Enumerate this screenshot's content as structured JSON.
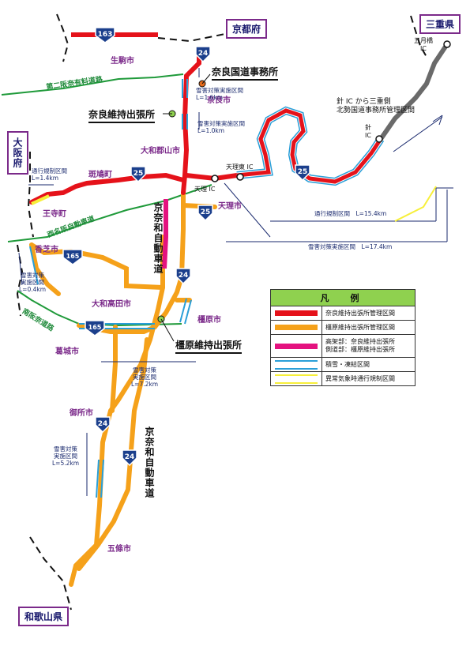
{
  "prefectures": {
    "kyoto": "京都府",
    "mie": "三重県",
    "osaka": "大阪府",
    "wakayama": "和歌山県"
  },
  "cities": {
    "ikoma": "生駒市",
    "nara": "奈良市",
    "yamatokoriyama": "大和郡山市",
    "ikaruga": "斑鳩町",
    "oji": "王寺町",
    "tenri": "天理市",
    "kashiba": "香芝市",
    "yamatotakada": "大和高田市",
    "kashihara": "橿原市",
    "katsuragi": "葛城市",
    "gose": "御所市",
    "gojo": "五條市"
  },
  "offices": {
    "nara_kokudo": "奈良国道事務所",
    "nara_maintenance": "奈良維持出張所",
    "kashihara_maintenance": "橿原維持出張所"
  },
  "roads": {
    "second_hanna": "第二阪奈有料道路",
    "nishi_hanshin": "西名阪自動車道",
    "minami_hanna": "南阪奈道路",
    "keina_1": "京奈和自動車道",
    "keina_2": "京奈和自動車道"
  },
  "route_numbers": {
    "r163": "163",
    "r24_north": "24",
    "r25_west": "25",
    "r25_tenri": "25",
    "r25_east": "25",
    "r165_west": "165",
    "r165_mid": "165",
    "r24_mid": "24",
    "r24_gose": "24",
    "r24_keina": "24"
  },
  "interchanges": {
    "gogatsubashi": "五月橋\nIC",
    "hari": "針\nIC",
    "tenri_higashi": "天理東 IC",
    "tenri": "天理 IC"
  },
  "notes": {
    "snow_1_6": "雪害対策実施区間\nL=1.6km",
    "snow_1_0": "雪害対策実施区間\nL=1.0km",
    "traffic_1_4": "通行規制区間\nL=1.4km",
    "snow_0_4": "雪害対策\n実施区間\nL=0.4km",
    "snow_7_2": "雪害対策\n実施区間\nL=7.2km",
    "snow_5_2": "雪害対策\n実施区間\nL=5.2km",
    "traffic_15_4": "通行規制区間　L=15.4km",
    "snow_17_4": "雪害対策実施区間　L=17.4km",
    "hari_note": "針 IC から三重側\n北勢国道事務所管理区間"
  },
  "legend": {
    "title": "凡　例",
    "items": [
      {
        "label": "奈良維持出張所管理区間",
        "color": "#e5121a"
      },
      {
        "label": "橿原維持出張所管理区間",
        "color": "#f5a11a"
      },
      {
        "label": "高架部：奈良維持出張所\n側道部：橿原維持出張所",
        "color": "#e4127f"
      },
      {
        "label": "積雪・凍結区間",
        "color": "#2a9fd8"
      },
      {
        "label": "異常気象時通行規制区間",
        "color": "#f7ef3a"
      }
    ]
  },
  "colors": {
    "nara": "#e5121a",
    "kashihara": "#f5a11a",
    "viaduct": "#e4127f",
    "snow": "#2a9fd8",
    "traffic": "#f7ef3a",
    "hokusei": "#6a6a6a",
    "expressway": "#1f9a3a",
    "shield": "#1b3f8c"
  }
}
